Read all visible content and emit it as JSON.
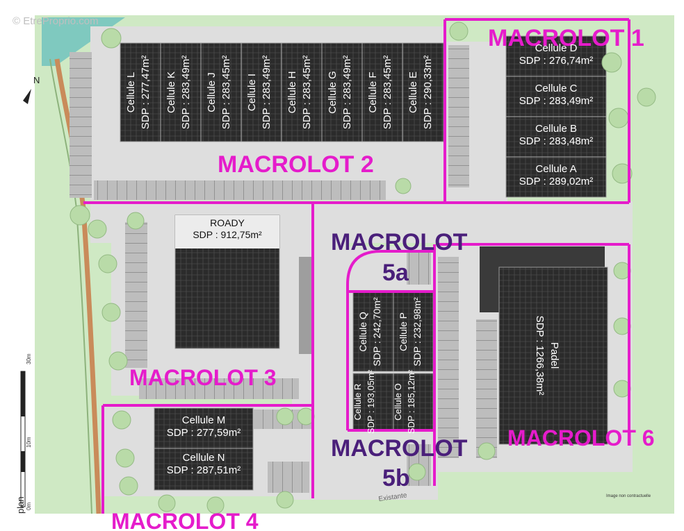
{
  "watermark": "© EtreProprio.com",
  "north_label": "N",
  "scale": {
    "labels": [
      "30m",
      "10m",
      "0m"
    ],
    "side_label": "plan"
  },
  "existing_label": "Existante",
  "footer_right": "Image non contractuelle",
  "colors": {
    "boundary": "#e51ccb",
    "macrolot_text": "#e51ccb",
    "macrolot5_text": "#4a1f7a",
    "building": "#2b2b2b",
    "road": "#dedede",
    "green": "#cfe9c4",
    "tree": "#b9dba8",
    "path": "#c98b5a"
  },
  "macrolots": [
    {
      "id": "macrolot-1",
      "line1": "MACROLOT 1"
    },
    {
      "id": "macrolot-2",
      "line1": "MACROLOT 2"
    },
    {
      "id": "macrolot-3",
      "line1": "MACROLOT 3"
    },
    {
      "id": "macrolot-4",
      "line1": "MACROLOT 4"
    },
    {
      "id": "macrolot-5a",
      "line1": "MACROLOT",
      "line2": "5a"
    },
    {
      "id": "macrolot-5b",
      "line1": "MACROLOT",
      "line2": "5b"
    },
    {
      "id": "macrolot-6",
      "line1": "MACROLOT 6"
    }
  ],
  "cells": [
    {
      "id": "cellule-a",
      "name": "Cellule A",
      "sdp": "SDP : 289,02m²"
    },
    {
      "id": "cellule-b",
      "name": "Cellule B",
      "sdp": "SDP : 283,48m²"
    },
    {
      "id": "cellule-c",
      "name": "Cellule C",
      "sdp": "SDP : 283,49m²"
    },
    {
      "id": "cellule-d",
      "name": "Cellule D",
      "sdp": "SDP : 276,74m²"
    },
    {
      "id": "cellule-e",
      "name": "Cellule E",
      "sdp": "SDP : 290,33m²"
    },
    {
      "id": "cellule-f",
      "name": "Cellule F",
      "sdp": "SDP : 283,45m²"
    },
    {
      "id": "cellule-g",
      "name": "Cellule G",
      "sdp": "SDP : 283,49m²"
    },
    {
      "id": "cellule-h",
      "name": "Cellule H",
      "sdp": "SDP : 283,45m²"
    },
    {
      "id": "cellule-i",
      "name": "Cellule I",
      "sdp": "SDP : 283,49m²"
    },
    {
      "id": "cellule-j",
      "name": "Cellule J",
      "sdp": "SDP : 283,45m²"
    },
    {
      "id": "cellule-k",
      "name": "Cellule K",
      "sdp": "SDP : 283,49m²"
    },
    {
      "id": "cellule-l",
      "name": "Cellule L",
      "sdp": "SDP : 277,47m²"
    },
    {
      "id": "roady",
      "name": "ROADY",
      "sdp": "SDP : 912,75m²"
    },
    {
      "id": "cellule-m",
      "name": "Cellule M",
      "sdp": "SDP : 277,59m²"
    },
    {
      "id": "cellule-n",
      "name": "Cellule N",
      "sdp": "SDP : 287,51m²"
    },
    {
      "id": "cellule-q",
      "name": "Cellule Q",
      "sdp": "SDP : 242,70m²"
    },
    {
      "id": "cellule-p",
      "name": "Cellule P",
      "sdp": "SDP : 232,98m²"
    },
    {
      "id": "cellule-r",
      "name": "Cellule R",
      "sdp": "SDP : 193,05m²"
    },
    {
      "id": "cellule-o",
      "name": "Cellule O",
      "sdp": "SDP : 185,12m²"
    },
    {
      "id": "padel",
      "name": "Padel",
      "sdp": "SDP : 1266,38m²"
    }
  ]
}
